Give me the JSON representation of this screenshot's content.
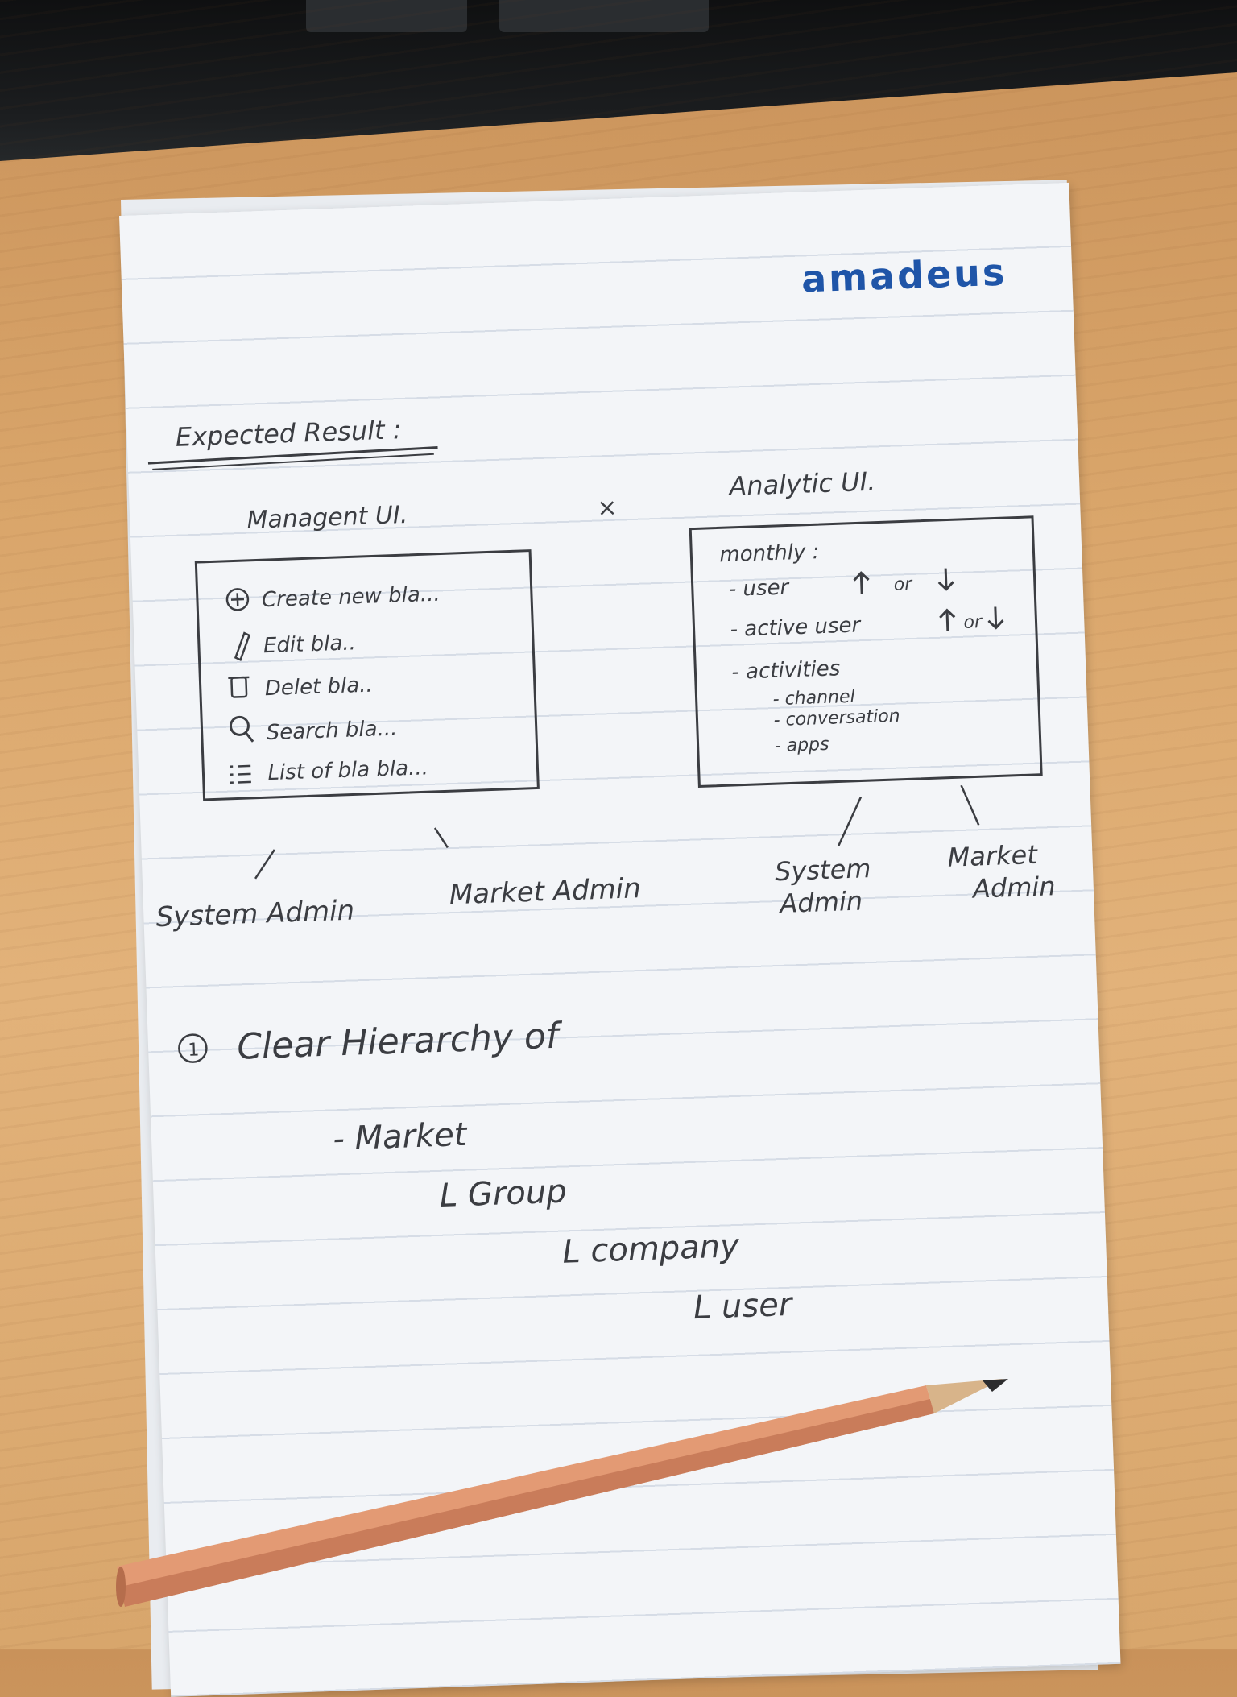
{
  "logo": "amadeus",
  "heading": "Expected Result :",
  "separator_mark": "×",
  "management_ui": {
    "title": "Managent UI.",
    "items": [
      {
        "icon": "plus-circle-icon",
        "label": "Create new bla..."
      },
      {
        "icon": "pencil-icon",
        "label": "Edit bla.."
      },
      {
        "icon": "trash-icon",
        "label": "Delet bla.."
      },
      {
        "icon": "magnifier-icon",
        "label": "Search bla..."
      },
      {
        "icon": "list-icon",
        "label": "List of bla bla..."
      }
    ],
    "roles": [
      "System Admin",
      "Market Admin"
    ]
  },
  "analytic_ui": {
    "title": "Analytic UI.",
    "heading": "monthly :",
    "lines": [
      {
        "label": "- user",
        "trend": "or"
      },
      {
        "label": "- active user",
        "trend": "or"
      }
    ],
    "activities_label": "- activities",
    "activities": [
      "- channel",
      "- conversation",
      "- apps"
    ],
    "roles": [
      {
        "line1": "System",
        "line2": "Admin"
      },
      {
        "line1": "Market",
        "line2": "Admin"
      }
    ]
  },
  "hierarchy": {
    "number": "1",
    "title": "Clear Hierarchy of",
    "levels": [
      "- Market",
      "L Group",
      "L company",
      "L user"
    ]
  },
  "colors": {
    "ink": "#3b3d42",
    "logo": "#1f55a8",
    "paper": "#f3f5f8",
    "desk": "#d9a56a",
    "pencil": "#e39a74"
  }
}
